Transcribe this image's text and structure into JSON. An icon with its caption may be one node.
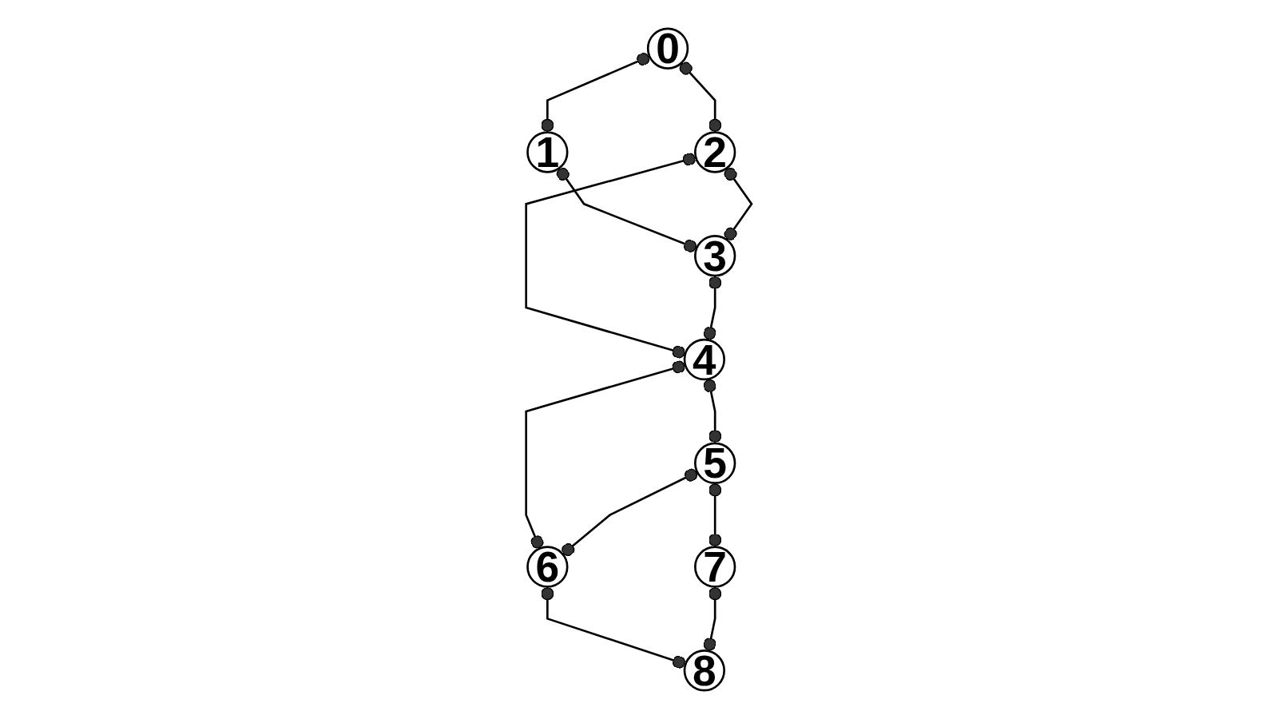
{
  "diagram": {
    "nodes": [
      {
        "text": [
          "0"
        ]
      },
      {
        "text": [
          "1"
        ]
      },
      {
        "text": [
          "2"
        ]
      },
      {
        "text": [
          "3"
        ]
      },
      {
        "text": [
          "4"
        ]
      },
      {
        "text": [
          "5"
        ]
      },
      {
        "text": [
          "6"
        ]
      },
      {
        "text": [
          "7"
        ]
      },
      {
        "text": [
          "8"
        ]
      }
    ],
    "edges": [
      {
        "from": 0,
        "to": 1,
        "arrow": "other"
      },
      {
        "from": 0,
        "to": 2,
        "arrow": "other"
      },
      {
        "from": 1,
        "to": 3,
        "arrow": "other"
      },
      {
        "from": 2,
        "to": 3,
        "arrow": "other"
      },
      {
        "from": 2,
        "to": 4,
        "arrow": "other"
      },
      {
        "from": 3,
        "to": 4,
        "arrow": "other"
      },
      {
        "from": 4,
        "to": 5,
        "arrow": "other"
      },
      {
        "from": 4,
        "to": 6,
        "arrow": "other"
      },
      {
        "from": 5,
        "to": 6,
        "arrow": "other"
      },
      {
        "from": 5,
        "to": 7,
        "arrow": "other"
      },
      {
        "from": 6,
        "to": 8,
        "arrow": "other"
      },
      {
        "from": 7,
        "to": 8,
        "arrow": "other"
      }
    ]
  }
}
